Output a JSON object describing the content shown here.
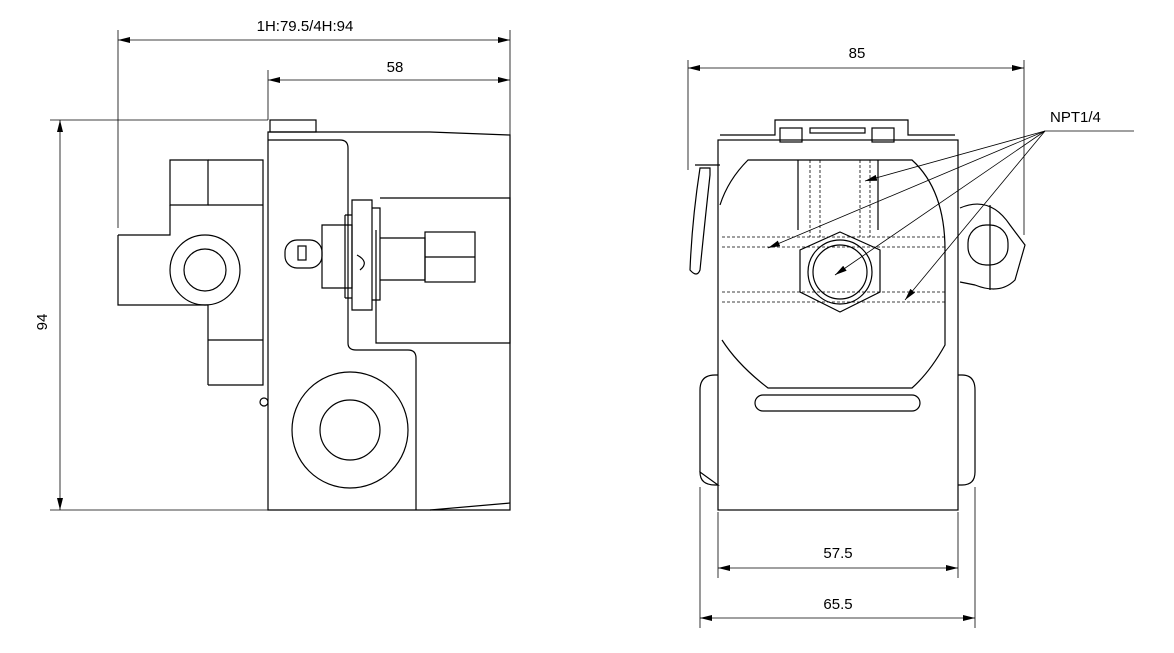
{
  "dimensions": {
    "side_overall_length": "1H:79.5/4H:94",
    "side_body_length": "58",
    "side_height": "94",
    "front_overall_width": "85",
    "front_base_inner_width": "57.5",
    "front_base_outer_width": "65.5"
  },
  "callouts": {
    "port_thread": "NPT1/4"
  }
}
